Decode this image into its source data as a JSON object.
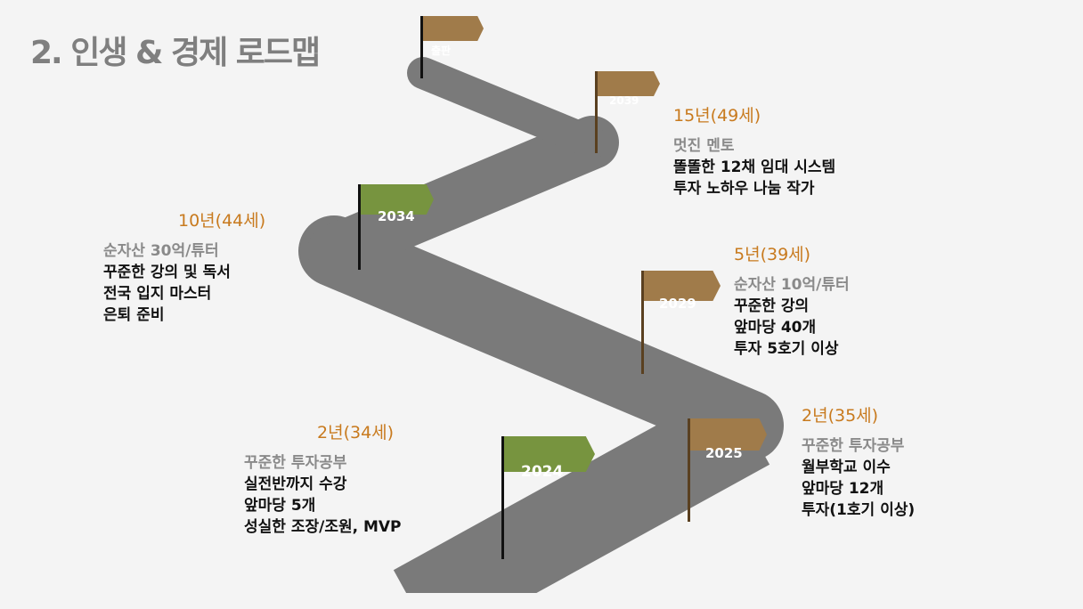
{
  "title": "2. 인생 & 경제 로드맵",
  "flags": [
    {
      "label": "출판",
      "color": "#a07b4a"
    },
    {
      "label": "2039",
      "color": "#a07b4a"
    },
    {
      "label": "2034",
      "color": "#77943f"
    },
    {
      "label": "2029",
      "color": "#a07b4a"
    },
    {
      "label": "2025",
      "color": "#a07b4a"
    },
    {
      "label": "2024",
      "color": "#77943f"
    }
  ],
  "milestones": [
    {
      "period": "15년(49세)",
      "subtitle": "멋진 멘토",
      "lines": [
        "똘똘한 12채 임대 시스템",
        "투자 노하우 나눔 작가"
      ]
    },
    {
      "period": "10년(44세)",
      "subtitle": "순자산 30억/튜터",
      "lines": [
        "꾸준한 강의 및 독서",
        "전국 입지 마스터",
        "은퇴 준비"
      ]
    },
    {
      "period": "5년(39세)",
      "subtitle": "순자산 10억/튜터",
      "lines": [
        "꾸준한 강의",
        "앞마당 40개",
        "투자 5호기 이상"
      ]
    },
    {
      "period": "2년(35세)",
      "subtitle": "꾸준한 투자공부",
      "lines": [
        "월부학교 이수",
        "앞마당 12개",
        "투자(1호기 이상)"
      ]
    },
    {
      "period": "2년(34세)",
      "subtitle": "꾸준한 투자공부",
      "lines": [
        "실전반까지 수강",
        "앞마당 5개",
        "성실한 조장/조원, MVP"
      ]
    }
  ]
}
